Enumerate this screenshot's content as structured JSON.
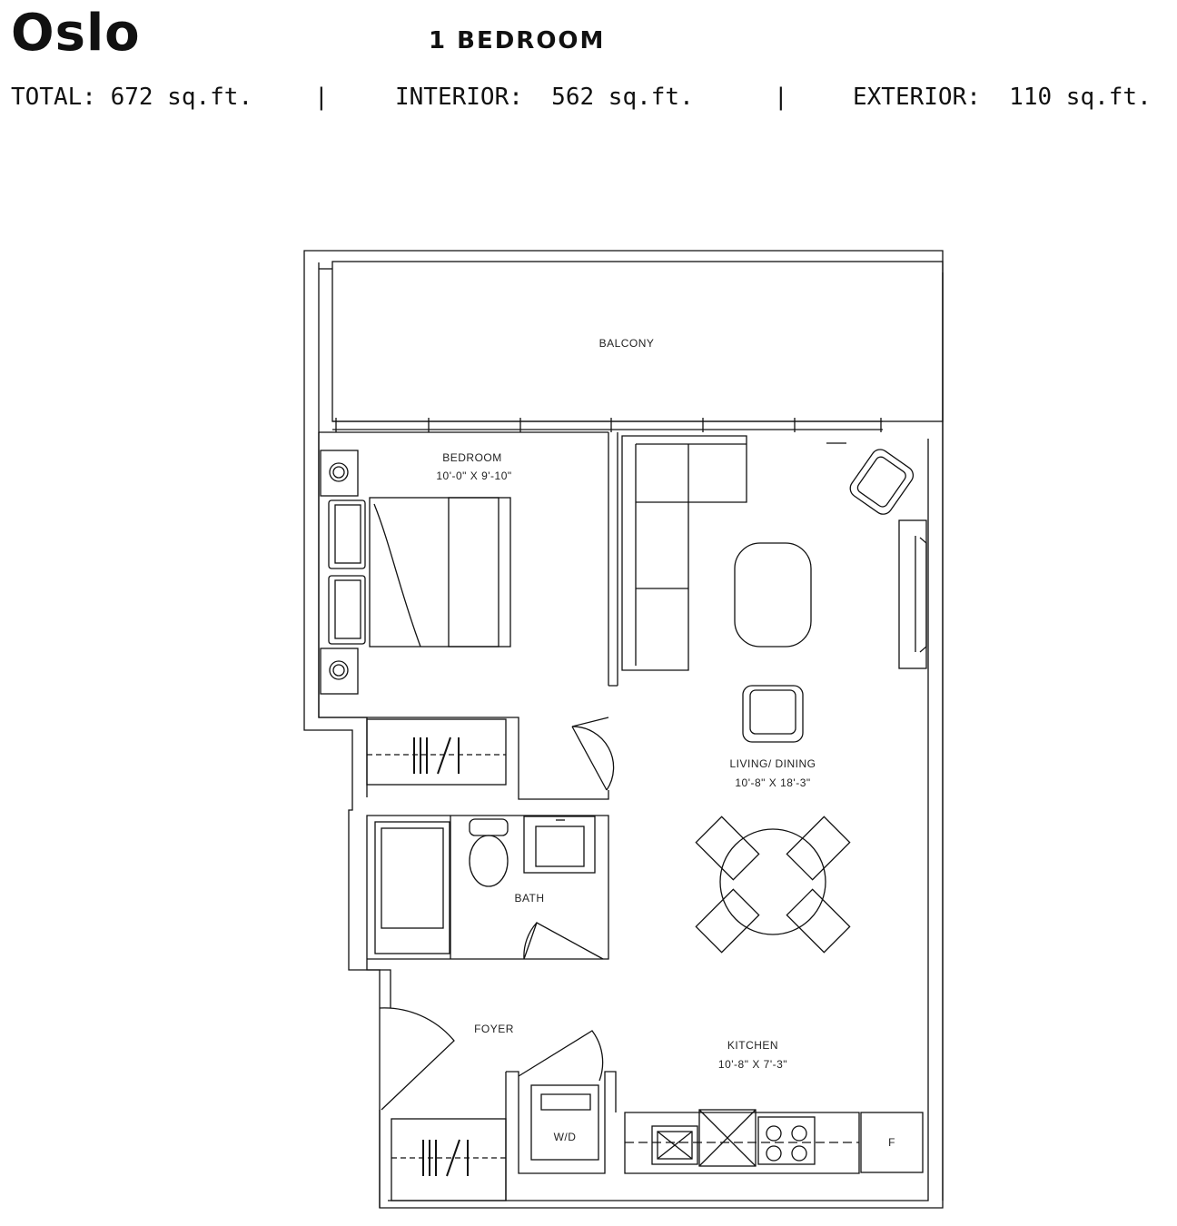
{
  "header": {
    "model_name": "Oslo",
    "unit_type": "1 BEDROOM",
    "total": "TOTAL: 672 sq.ft.",
    "interior": "INTERIOR:  562 sq.ft.",
    "exterior": "EXTERIOR:  110 sq.ft.",
    "separator": "|"
  },
  "rooms": {
    "balcony": "BALCONY",
    "bedroom": "BEDROOM",
    "bedroom_dims": "10'-0\" X 9'-10\"",
    "living": "LIVING/ DINING",
    "living_dims": "10'-8\" X 18'-3\"",
    "bath": "BATH",
    "foyer": "FOYER",
    "kitchen": "KITCHEN",
    "kitchen_dims": "10'-8\" X 7'-3\"",
    "laundry": "W/D",
    "fridge": "F"
  }
}
